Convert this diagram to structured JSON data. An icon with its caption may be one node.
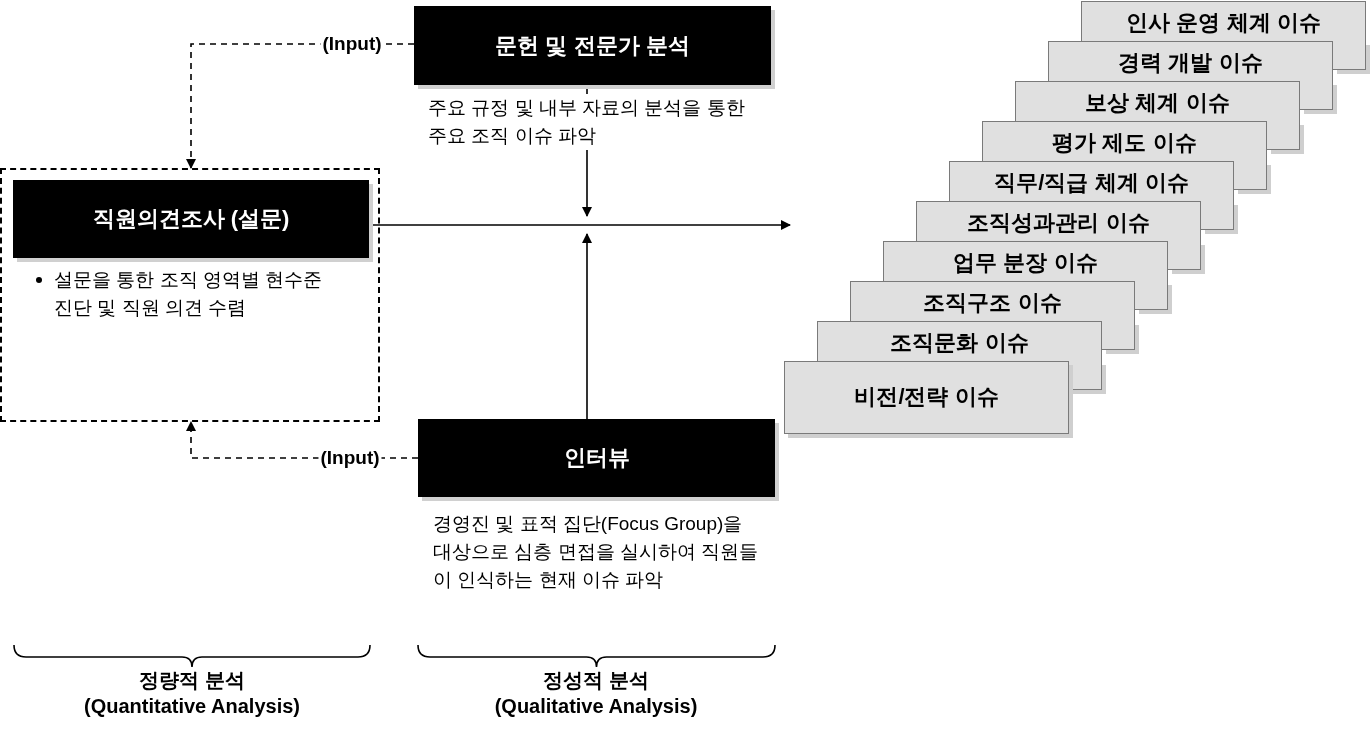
{
  "diagram": {
    "nodes": [
      {
        "text": [
          "설문을 통한 조직 영역별 현수준 진단 및 직원 의견 수렴"
        ]
      },
      {
        "text": [
          "직원의견조사 (설문)"
        ],
        "in": 0
      },
      {
        "text": [
          "문헌 및 전문가 분석"
        ],
        "beside": [
          "주요 규정 및 내부 자료의 분석을 통한 주요 조직 이슈 파악"
        ]
      },
      {
        "text": [
          "인터뷰"
        ],
        "beside": [
          "경영진 및 표적 집단(Focus Group)을 대상으로 심층 면접을 실시하여 직원들이 인식하는 현재 이슈 파악"
        ]
      },
      {
        "text": [
          "인사 운영 체계 이슈"
        ]
      },
      {
        "text": [
          "경력 개발 이슈"
        ]
      },
      {
        "text": [
          "보상 체계 이슈"
        ]
      },
      {
        "text": [
          "평가 제도 이슈"
        ]
      },
      {
        "text": [
          "직무/직급 체계 이슈"
        ]
      },
      {
        "text": [
          "조직성과관리 이슈"
        ]
      },
      {
        "text": [
          "업무 분장 이슈"
        ]
      },
      {
        "text": [
          "조직구조 이슈"
        ]
      },
      {
        "text": [
          "조직문화 이슈"
        ]
      },
      {
        "text": [
          "비전/전략 이슈"
        ]
      }
    ],
    "edges": [
      {
        "from": 2,
        "to": 0,
        "arrow": "to",
        "label": "(Input)",
        "style": "dashed"
      },
      {
        "from": 3,
        "to": 0,
        "arrow": "to",
        "label": "(Input)",
        "style": "dashed"
      },
      {
        "from": 1,
        "to": null,
        "arrow": "to"
      },
      {
        "from": 2,
        "to": null,
        "arrow": "to"
      },
      {
        "from": 3,
        "to": null,
        "arrow": "to"
      }
    ],
    "labels": [
      "정량적 분석",
      "(Quantitative Analysis)",
      "정성적 분석",
      "(Qualitative Analysis)"
    ]
  }
}
